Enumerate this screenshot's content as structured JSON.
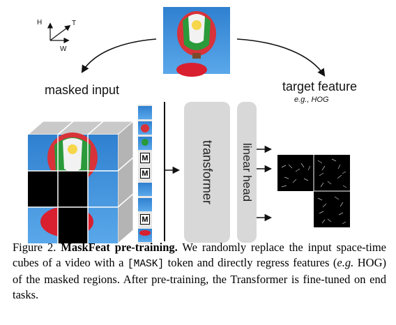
{
  "axes": {
    "h": "H",
    "t": "T",
    "w": "W"
  },
  "labels": {
    "masked_input": "masked input",
    "target_feature": "target feature",
    "target_feature_eg": "e.g., HOG"
  },
  "mask_token_label": "M",
  "blocks": {
    "transformer": "transformer",
    "linear_head": "linear head"
  },
  "caption": {
    "figure_num": "Figure 2.",
    "title": "MaskFeat pre-training.",
    "text1": " We randomly replace the input space-time cubes of a video with a ",
    "token": "[MASK]",
    "text2": " token and directly regress features (",
    "eg": "e.g.",
    "text3": " HOG) of the masked regions. After pre-training, the Transformer is fine-tuned on end tasks."
  },
  "colors": {
    "block_fill": "#d8d8d8",
    "sky": "#3e8fd8",
    "mask": "#000000"
  }
}
